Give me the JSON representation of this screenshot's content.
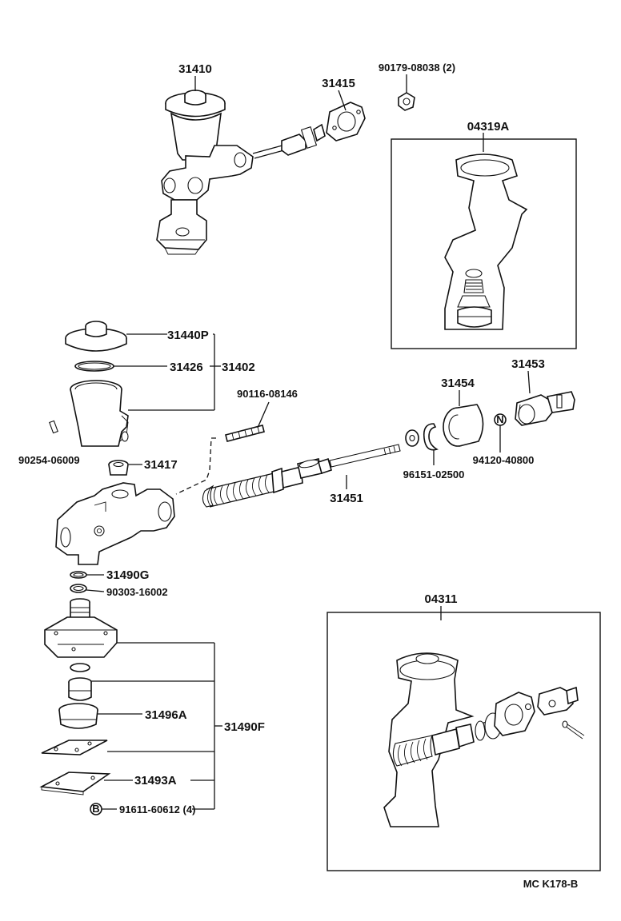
{
  "labels": {
    "p31410": "31410",
    "p31415": "31415",
    "p90179": "90179-08038 (2)",
    "p04319A": "04319A",
    "p31440P": "31440P",
    "p31426": "31426",
    "p31402": "31402",
    "p90116": "90116-08146",
    "p31454": "31454",
    "p31453": "31453",
    "p90254": "90254-06009",
    "p31417": "31417",
    "p96151": "96151-02500",
    "p94120": "94120-40800",
    "p31451": "31451",
    "p31490G": "31490G",
    "p90303": "90303-16002",
    "p04311": "04311",
    "p31496A": "31496A",
    "p31490F": "31490F",
    "p31493A": "31493A",
    "p91611": "91611-60612 (4)",
    "markB": "B",
    "markN": "N",
    "footer": "MC K178-B"
  }
}
